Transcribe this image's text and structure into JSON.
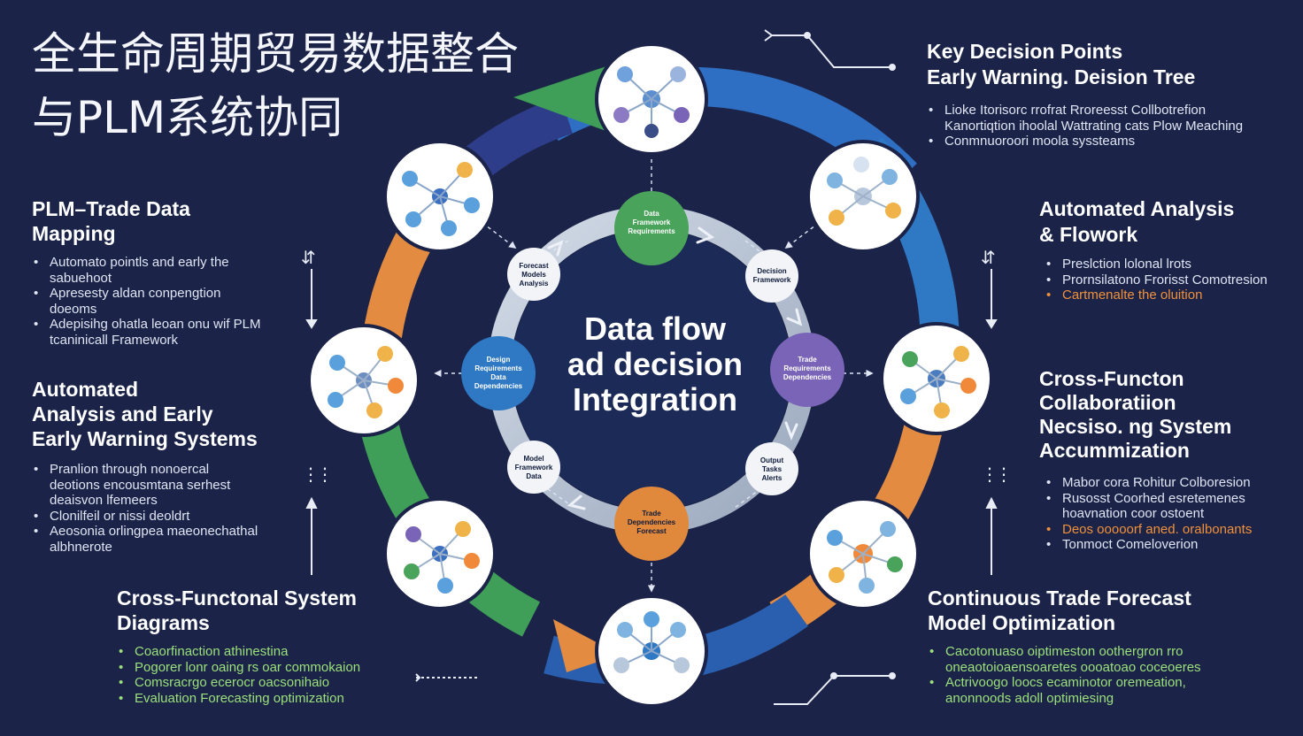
{
  "colors": {
    "background": "#1b2448",
    "ring_blue": "#2f6fc3",
    "ring_orange": "#e38b41",
    "ring_green": "#3f9e57",
    "ring_dark": "#2d3d8a",
    "inner_ring": "#b9c5d6",
    "node_green": "#4aa35b",
    "node_blue": "#2f78c4",
    "node_purple": "#7a64b8",
    "node_orange": "#e0883c",
    "accent_orange_text": "#f0903a",
    "accent_green_text": "#9be07a"
  },
  "title": {
    "line1": "全生命周期贸易数据整合",
    "line2": "与PLM系统协同"
  },
  "center": {
    "line1": "Data flow",
    "line2": "ad decision",
    "line3": "Integration"
  },
  "nodes": {
    "top": {
      "lines": [
        "Data",
        "Framework",
        "Requirements"
      ]
    },
    "left": {
      "lines": [
        "Design",
        "Requirements",
        "Data",
        "Dependencies"
      ]
    },
    "right": {
      "lines": [
        "Trade",
        "Requirements",
        "Dependencies"
      ]
    },
    "bottom": {
      "lines": [
        "Trade",
        "Dependencies",
        "Forecast"
      ]
    },
    "top_left_small": {
      "lines": [
        "Forecast",
        "Models",
        "Analysis"
      ]
    },
    "top_right_small": {
      "lines": [
        "Decision",
        "Framework"
      ]
    },
    "bottom_left_small": {
      "lines": [
        "Model",
        "Framework",
        "Data"
      ]
    },
    "bottom_right_small": {
      "lines": [
        "Output",
        "Tasks",
        "Alerts"
      ]
    }
  },
  "section_tl": {
    "heading": [
      "PLM–Trade Data",
      "Mapping"
    ],
    "bullets": [
      [
        "Automato pointls and early the",
        "sabuehoot"
      ],
      [
        "Apresesty aldan conpengtion",
        "doeoms"
      ],
      [
        "Adepisihg ohatla leoan onu wif PLM",
        "tcaninicall Framework"
      ]
    ]
  },
  "section_ml": {
    "heading": [
      "Automated",
      "Analysis and Early",
      "Early Warning Systems"
    ],
    "bullets": [
      [
        "Pranlion through nonoercal",
        "deotions encousmtana serhest",
        "deaisvon lfemeers"
      ],
      [
        "Clonilfeil or nissi deoldrt"
      ],
      [
        "Aeosonia orlingpea maeonechathal",
        "albhnerote"
      ]
    ]
  },
  "section_bl": {
    "heading": [
      "Cross-Functonal System",
      "Diagrams"
    ],
    "bullets": [
      "Coaorfinaction athinestina",
      "Pogorer lonr oaing rs oar commokaion",
      "Comsracrgo ecerocr oacsonihaio",
      "Evaluation Forecasting optimization"
    ]
  },
  "section_tr": {
    "heading": [
      "Key Decision Points",
      "Early Warning. Deision Tree"
    ],
    "bullets": [
      [
        "Lioke Itorisorc rrofrat Rroreesst Collbotrefion",
        "Kanortiqtion ihoolal Wattrating cats Plow Meaching"
      ],
      [
        "Conmnuoroori moola syssteams"
      ]
    ]
  },
  "section_r1": {
    "heading": [
      "Automated Analysis",
      "& Flowork"
    ],
    "bullets": [
      "Preslction lolonal lrots",
      "Prornsilatono Frorisst Comotresion",
      "Cartmenalte the oluition"
    ],
    "orange_index": 2
  },
  "section_r2": {
    "heading": [
      "Cross-Functon",
      "Collaboratiion",
      "Necsiso. ng System",
      "Accummization"
    ],
    "bullets": [
      [
        "Mabor cora Rohitur Colboresion"
      ],
      [
        "Rusosst Coorhed esretemenes",
        "hoavnation coor ostoent"
      ],
      [
        "Deos ooooorf aned. oralbonants"
      ],
      [
        "Tonmoct Comeloverion"
      ]
    ],
    "orange_index": 2
  },
  "section_br": {
    "heading": [
      "Continuous Trade Forecast",
      "Model Optimization"
    ],
    "bullets": [
      [
        "Cacotonuaso oiptimeston oothergron rro",
        "oneaotoioaensoaretes oooatoao coceoeres"
      ],
      [
        "Actrivoogo loocs ecaminotor oremeation,",
        "anonnoods adoll optimiesing"
      ]
    ]
  },
  "glyphs": {
    "flow_left": "⇵",
    "flow_right": "⇵",
    "grid_left": "⋮⋮",
    "grid_right": "⋮⋮"
  }
}
